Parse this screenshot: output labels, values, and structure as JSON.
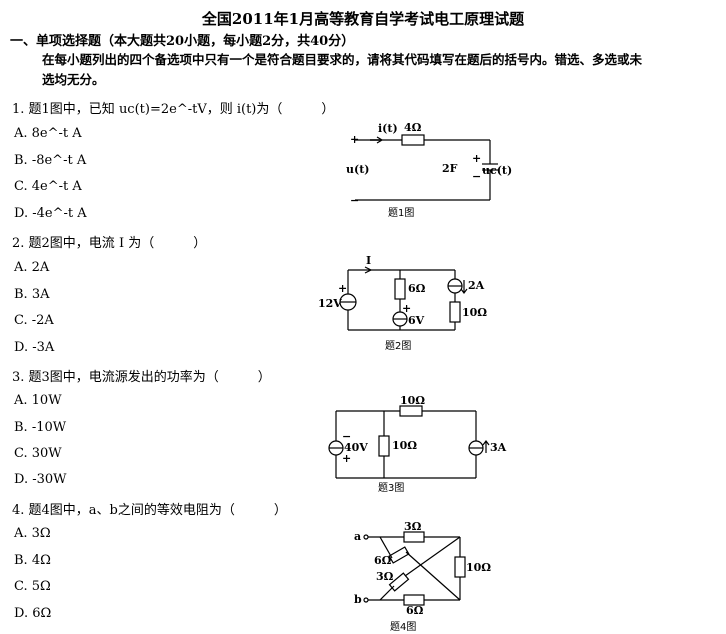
{
  "title": "全国2011年1月高等教育自学考试电工原理试题",
  "section": {
    "heading": "一、单项选择题（本大题共20小题，每小题2分，共40分）",
    "instruction_line1": "在每小题列出的四个备选项中只有一个是符合题目要求的，请将其代码填写在题后的括号内。错选、多选或未",
    "instruction_line2": "选均无分。"
  },
  "questions": [
    {
      "stem": "1. 题1图中，已知 uc(t)=2e^-tV，则 i(t)为（　　　）",
      "options": [
        "A.  8e^-t A",
        "B.  -8e^-t A",
        "C.  4e^-t A",
        "D.  -4e^-t A"
      ],
      "figure": {
        "caption": "题1图",
        "labels": {
          "plus": "+",
          "minus": "−",
          "current": "i(t)",
          "resistor": "4Ω",
          "source": "u(t)",
          "capacitor": "2F",
          "cap_voltage": "uc(t)",
          "cap_plus": "+",
          "cap_minus": "−"
        }
      }
    },
    {
      "stem": "2. 题2图中，电流 I 为（　　　）",
      "options": [
        "A.  2A",
        "B.  3A",
        "C.  -2A",
        "D.  -3A"
      ],
      "figure": {
        "caption": "题2图",
        "labels": {
          "current": "I",
          "vs1": "12V",
          "r1": "6Ω",
          "vs2": "6V",
          "cs": "2A",
          "r2": "10Ω",
          "plus": "+"
        }
      }
    },
    {
      "stem": "3. 题3图中，电流源发出的功率为（　　　）",
      "options": [
        "A.  10W",
        "B.  -10W",
        "C.  30W",
        "D.  -30W"
      ],
      "figure": {
        "caption": "题3图",
        "labels": {
          "r_top": "10Ω",
          "vs": "40V",
          "r_mid": "10Ω",
          "cs": "3A",
          "plus": "+",
          "minus": "−"
        }
      }
    },
    {
      "stem": "4. 题4图中，a、b之间的等效电阻为（　　　）",
      "options": [
        "A.  3Ω",
        "B.  4Ω",
        "C.  5Ω",
        "D.  6Ω"
      ],
      "figure": {
        "caption": "题4图",
        "labels": {
          "a": "a",
          "b": "b",
          "r_top": "3Ω",
          "r_diag1": "6Ω",
          "r_diag2": "3Ω",
          "r_right": "10Ω",
          "r_bottom": "6Ω"
        }
      }
    }
  ]
}
